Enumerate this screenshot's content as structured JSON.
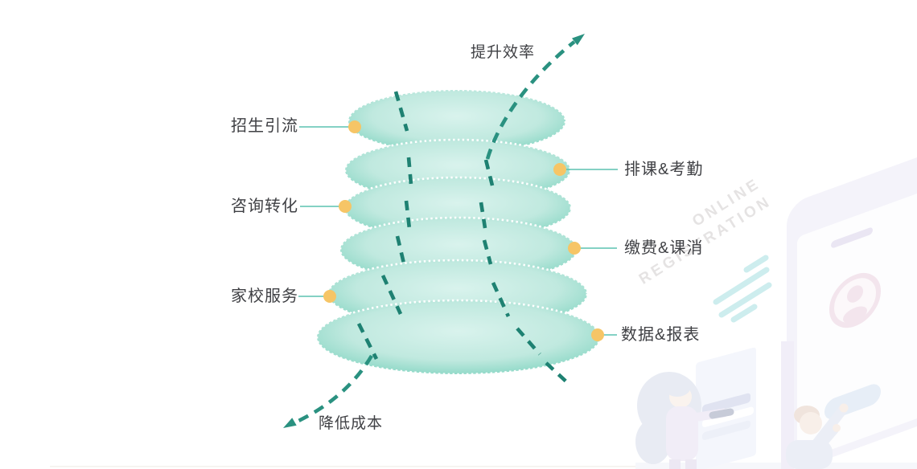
{
  "diagram": {
    "funnel": {
      "layer_count": 6,
      "left_labels": [
        "招生引流",
        "咨询转化",
        "家校服务"
      ],
      "right_labels": [
        "排课&考勤",
        "缴费&课消",
        "数据&报表"
      ],
      "top_arrow_label": "提升效率",
      "bottom_arrow_label": "降低成本"
    },
    "watermark": {
      "line1": "ONLINE",
      "line2": "REGISTRATION"
    },
    "colors": {
      "funnel_edge": "#46c0a8",
      "funnel_center": "#d9f3ed",
      "coil_dash": "#1e8172",
      "arrow": "#2a9180",
      "marker_dot": "#f6c566",
      "connector_line": "#5cc2b0",
      "label_text": "#3f4044",
      "watermark_text": "#e5e3e3",
      "stripe": "#cdedee"
    }
  }
}
